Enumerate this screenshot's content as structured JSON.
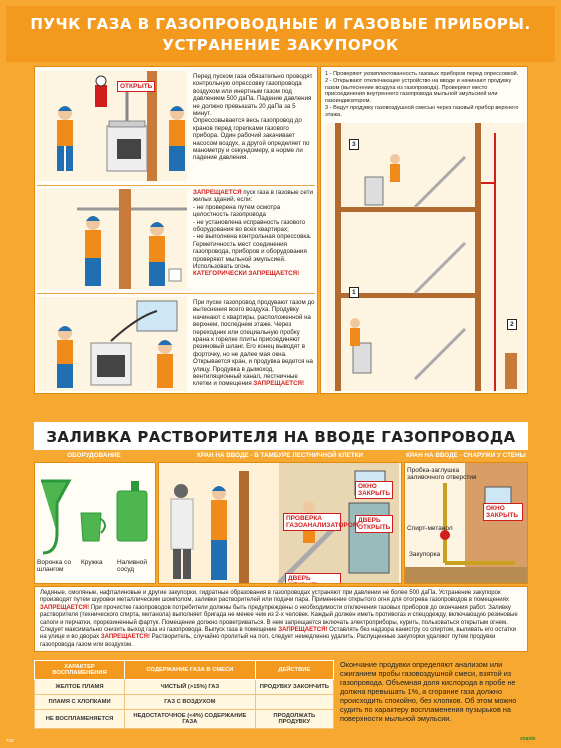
{
  "title": {
    "line1": "ПУЧК ГАЗА В ГАЗОПРОВОДНЫЕ И ГАЗОВЫЕ ПРИБОРЫ.",
    "line2": "УСТРАНЕНИЕ ЗАКУПОРОК"
  },
  "top_left": {
    "block1": "Перед пуском газа обязательно проводят контрольную опрессовку газопровода воздухом или инертным газом под давлением 500 даПа. Падение давления не должно превышать 20 даПа за 5 минут.",
    "block1b": "Опрессовывается весь газопровод до кранов перед горелками газового прибора. Один рабочий закачивает насосом воздух, а другой определяет по манометру и секундомеру, в норме ли падение давления.",
    "open_label": "ОТКРЫТЬ",
    "block2_red": "ЗАПРЕЩАЕТСЯ",
    "block2": "пуск газа в газовые сети жилых зданий, если:",
    "block2_items": [
      "- не проверена путем осмотра целостность газопровода",
      "- не установлена исправность газового оборудования во всех квартирах;",
      "- не выполнена контрольная опрессовка."
    ],
    "block2b": "Герметичность мест соединения газопровода, приборов и оборудования проверяют мыльной эмульсией.",
    "block2c": "Использовать огонь",
    "block2_red2": "КАТЕГОРИЧЕСКИ ЗАПРЕЩАЕТСЯ!",
    "block3": "При пуске газопровод продувают газом до вытеснения всего воздуха. Продувку начинают с квартиры, расположенной на верхнем, последнем этаже. Через переходник или специальную пробку крана к горелке плиты присоединяют резиновый шланг. Его конец выводят в форточку, но не далее мая окна. Открывается кран, и продувка ведется на улицу. Продувка в дымоход, вентиляционный канал, лестничные клетки и помещения",
    "block3_red": "ЗАПРЕЩАЕТСЯ!"
  },
  "top_right": {
    "steps": [
      "1 - Проверяют укомплектованность газовых приборов перед опрессовкой.",
      "2 - Открывают отключающее устройство на вводе и начинают продувку газом (вытеснение воздуха из газопровода). Проверяют место присоединения внутреннего газопровода мыльной эмульсией или газоиндикатором.",
      "3 - Ведут продувку газовоздушной смесью через газовый прибор верхнего этажа."
    ],
    "n1": "1",
    "n2": "2",
    "n3": "3"
  },
  "section2": {
    "title": "ЗАЛИВКА РАСТВОРИТЕЛЯ НА ВВОДЕ ГАЗОПРОВОДА",
    "tag1": "ОБОРУДОВАНИЕ",
    "tag2": "КРАН НА ВВОДЕ - В ТАМБУРЕ ЛЕСТНИЧНОЙ КЛЕТКИ",
    "tag3": "КРАН НА ВВОДЕ - СНАРУЖИ У СТЕНЫ",
    "eq_labels": [
      "Воронка со шлангом",
      "Кружка",
      "Наливной сосуд"
    ],
    "callouts": [
      "ОКНО ЗАКРЫТЬ",
      "ДВЕРЬ ОТКРЫТЬ",
      "ПРОВЕРКА ГАЗОАНАЛИЗАТОРОМ",
      "ДВЕРЬ ОТКРЫТЬ",
      "ОКНО ЗАКРЫТЬ"
    ],
    "outside_labels": [
      "Пробка-заглушка заливочного отверстия",
      "Спирт-метанол",
      "Закупорка"
    ]
  },
  "warning": {
    "p1": "Ледяные, смоляные, нафталиновые и другие закупорки, гидратные образования в газопроводах устраняют при давлении не более 500 даПа. Устранение закупорок производят путем шуровки металлическим шомполом, заливки растворителей или подачи пара. Применение открытого огня для отогрева газопроводов в помещениях",
    "p1_red": "ЗАПРЕЩАЕТСЯ!",
    "p2": "При прочистке газопроводов потребители должны быть предупреждены о необходимости отключения газовых приборов до окончания работ.",
    "p3": "Заливку растворителя (технического спирта, метанола) выполняет бригада не менее чем из 2-х человек. Каждый должен иметь противогаз и спецодежду, включающую резиновые сапоги и перчатки, прорезиненный фартук. Помещение должно проветриваться. В нем запрещается включать электроприборы, курить, пользоваться открытым огнем. Следует максимально снизить выход газа из газопровода. Выпуск газа в помещение",
    "p3_red": "ЗАПРЕЩАЕТСЯ!",
    "p4": "Оставлять без надзора канистру со спиртом, выливать его остатки на улице и во дворах",
    "p4_red": "ЗАПРЕЩАЕТСЯ!",
    "p5": "Растворитель, случайно пролитый на пол, следует немедленно удалить.",
    "p6": "Распущенные закупорки удаляют путем продувки газопровода газом или воздухом."
  },
  "table": {
    "headers": [
      "ХАРАКТЕР ВОСПЛАМЕНЕНИЯ",
      "СОДЕРЖАНИЕ ГАЗА В СМЕСИ",
      "ДЕЙСТВИЕ"
    ],
    "rows": [
      [
        "ЖЕЛТОЕ ПЛАМЯ",
        "ЧИСТЫЙ (>15%) ГАЗ",
        "ПРОДУВКУ ЗАКОНЧИТЬ"
      ],
      [
        "ПЛАМЯ С ХЛОПКАМИ",
        "ГАЗ С ВОЗДУХОМ",
        ""
      ],
      [
        "НЕ ВОСПЛАМЕНЯЕТСЯ",
        "НЕДОСТАТОЧНОЕ (<4%) СОДЕРЖАНИЕ ГАЗА",
        "ПРОДОЛЖАТЬ ПРОДУВКУ"
      ]
    ]
  },
  "bottom_note": "Окончание продувки определяют анализом или сжиганием пробы газовоздушной смеси, взятой из газопровода. Объемная доля кислорода в пробе не должна превышать 1%, а сгорание газа должно происходить спокойно, без хлопков. Об этом можно судить по характеру воспламенения пузырьков на поверхности мыльной эмульсии.",
  "footer": {
    "code": "733",
    "brand": "znanie"
  },
  "colors": {
    "orange": "#f39a1e",
    "red": "#d21d1d",
    "worker": "#f08a1a",
    "helmet": "#1f6fb2"
  }
}
